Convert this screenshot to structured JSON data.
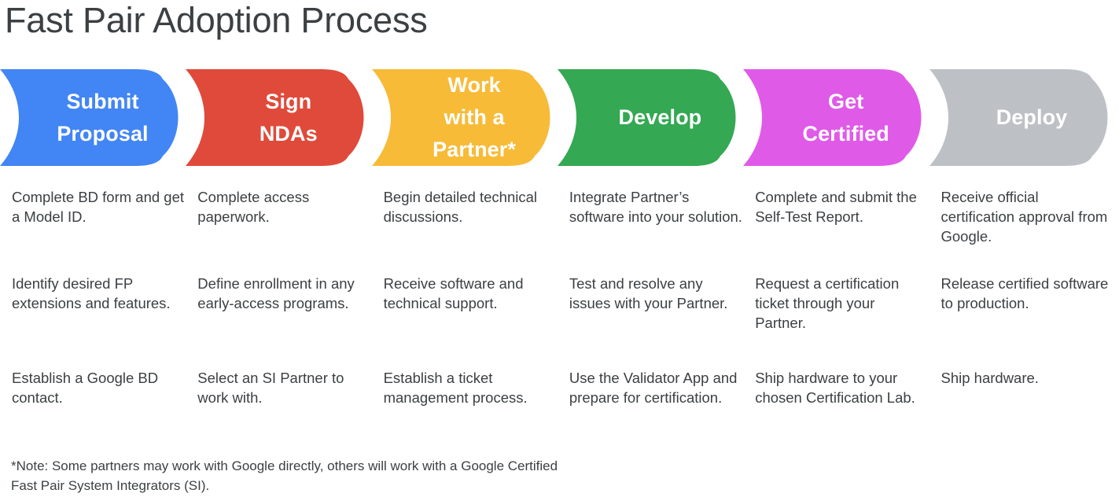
{
  "page": {
    "title": "Fast Pair Adoption Process",
    "background_color": "#ffffff",
    "text_color": "#3c4043"
  },
  "stages": [
    {
      "id": "submit-proposal",
      "label_lines": [
        "Submit",
        "Proposal"
      ],
      "color": "#4285f4",
      "items": [
        "Complete BD form and get a Model ID.",
        "Identify desired FP extensions and features.",
        "Establish a Google BD contact."
      ]
    },
    {
      "id": "sign-ndas",
      "label_lines": [
        "Sign",
        "NDAs"
      ],
      "color": "#e04a3a",
      "items": [
        "Complete access paperwork.",
        "Define enrollment in any early-access programs.",
        "Select an SI Partner to work with."
      ]
    },
    {
      "id": "work-with-a-partner",
      "label_lines": [
        "Work",
        "with a",
        "Partner*"
      ],
      "color": "#f7bb38",
      "items": [
        "Begin detailed technical discussions.",
        "Receive software and technical support.",
        "Establish a ticket management process."
      ]
    },
    {
      "id": "develop",
      "label_lines": [
        "Develop"
      ],
      "color": "#34a853",
      "items": [
        "Integrate Partner’s software into your solution.",
        "Test and resolve any issues with your Partner.",
        "Use the Validator App and prepare for certification."
      ]
    },
    {
      "id": "get-certified",
      "label_lines": [
        "Get",
        "Certified"
      ],
      "color": "#e05ae8",
      "items": [
        "Complete and submit the Self-Test Report.",
        "Request a certification ticket through your Partner.",
        "Ship hardware to your chosen Certification Lab."
      ]
    },
    {
      "id": "deploy",
      "label_lines": [
        "Deploy"
      ],
      "color": "#bdc1c6",
      "items": [
        "Receive official certification approval from Google.",
        "Release certified software to production.",
        "Ship hardware."
      ]
    }
  ],
  "footnote": "*Note: Some partners may work with Google directly, others will work with a Google Certified Fast Pair System Integrators (SI)."
}
